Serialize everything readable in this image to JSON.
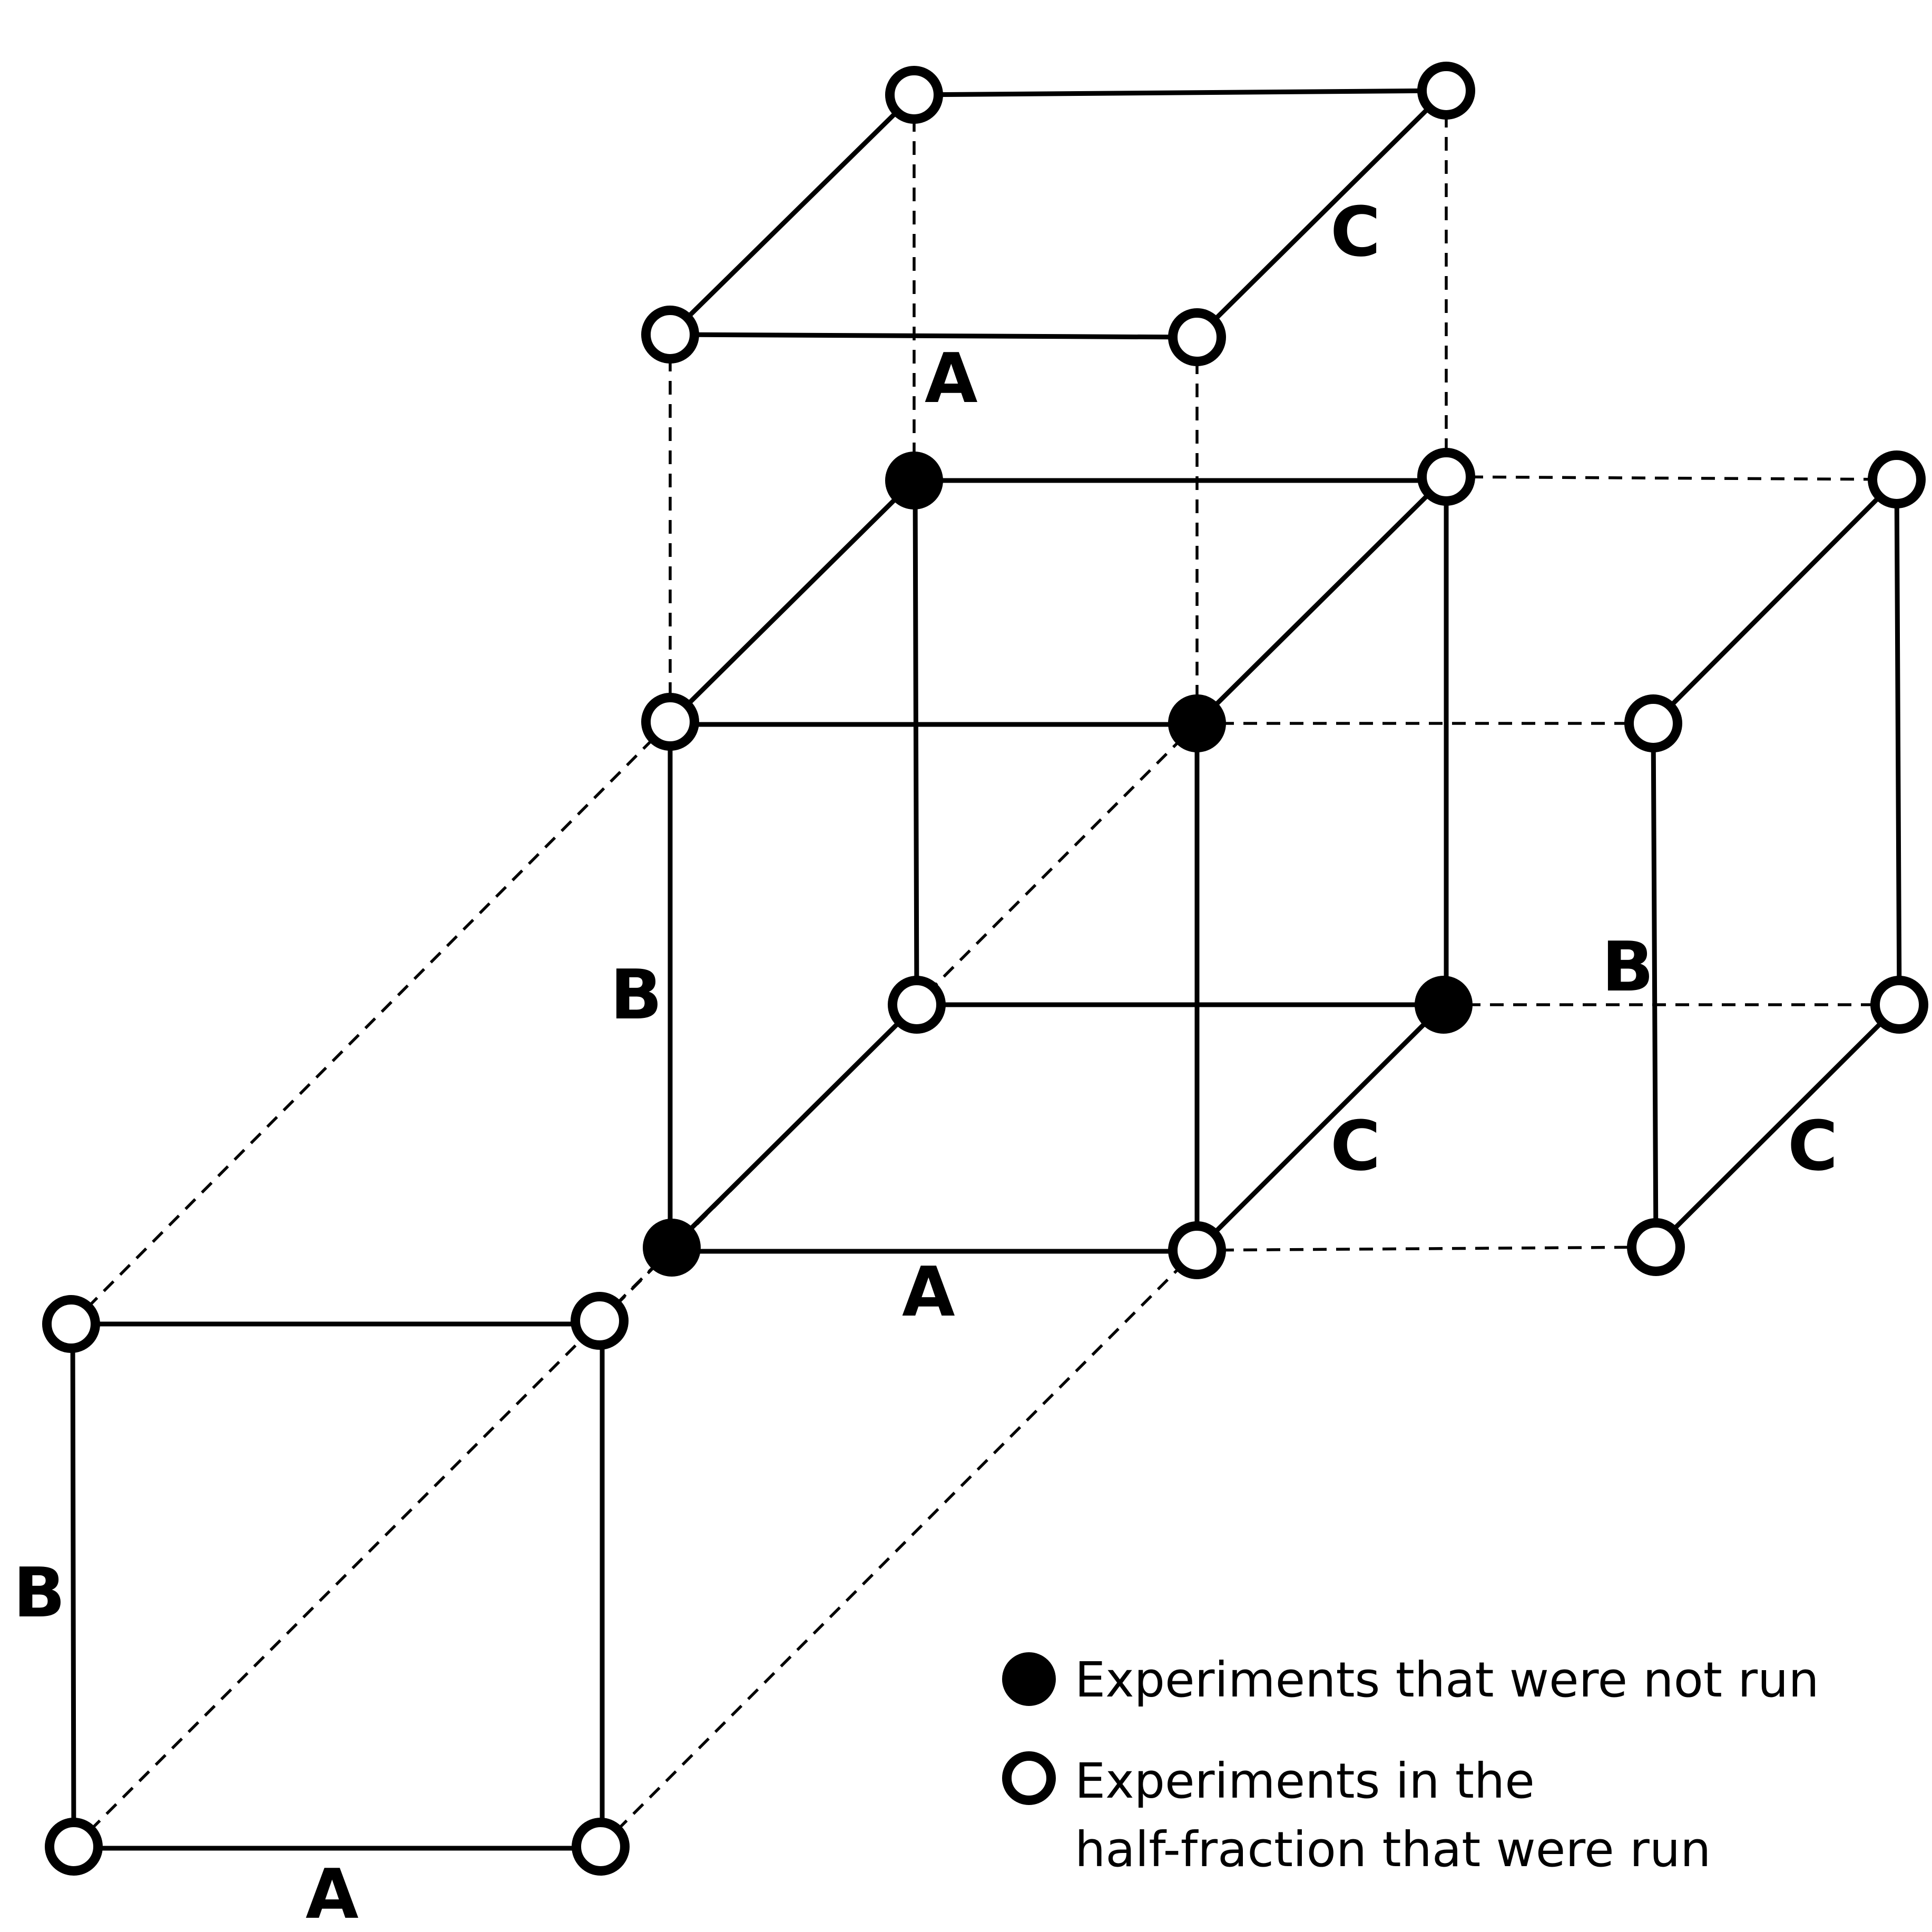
{
  "labels": {
    "top_a": "A",
    "top_c": "C",
    "cube_a": "A",
    "cube_b": "B",
    "cube_c": "C",
    "right_b": "B",
    "right_c": "C",
    "front_a": "A",
    "front_b": "B"
  },
  "legend": {
    "not_run": "Experiments that were not run",
    "run_line1": "Experiments in the",
    "run_line2": "half-fraction that were run"
  },
  "colors": {
    "stroke": "#000000",
    "open_fill": "#ffffff",
    "filled": "#000000"
  },
  "nodes": {
    "top_back_left": "run",
    "top_back_right": "run",
    "top_front_left": "run",
    "top_front_right": "run",
    "cube_top_back_left": "not-run",
    "cube_top_back_right": "run",
    "cube_top_front_left": "run",
    "cube_top_front_right": "not-run",
    "cube_bottom_back_left": "run",
    "cube_bottom_back_right": "not-run",
    "cube_bottom_front_left": "not-run",
    "cube_bottom_front_right": "run",
    "right_top_back": "run",
    "right_top_front": "run",
    "right_bottom_back": "run",
    "right_bottom_front": "run",
    "front_top_left": "run",
    "front_top_right": "run",
    "front_bottom_left": "run",
    "front_bottom_right": "run"
  }
}
